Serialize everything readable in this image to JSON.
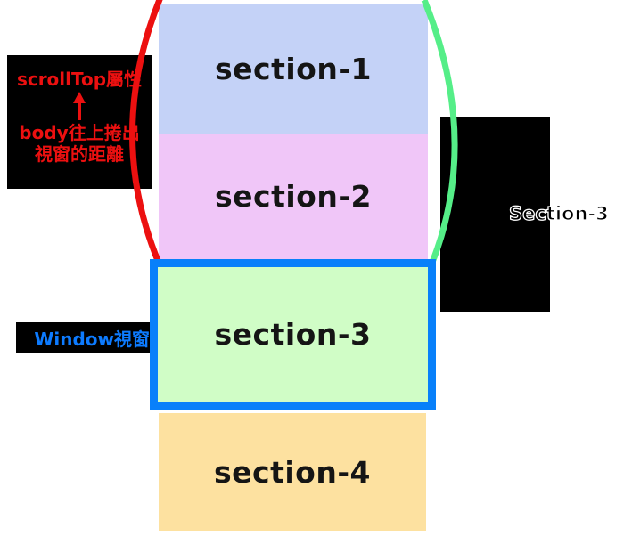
{
  "diagram": {
    "sections": [
      {
        "label": "section-1",
        "bg": "#c4d2f7"
      },
      {
        "label": "section-2",
        "bg": "#f0c6f8"
      },
      {
        "label": "section-3",
        "bg": "#d0fdc6"
      },
      {
        "label": "section-4",
        "bg": "#fde1a0"
      }
    ],
    "scrolltop_callout": {
      "title": "scrollTop屬性",
      "arrow_icon": "up-arrow",
      "desc_line1": "body往上捲出",
      "desc_line2": "視窗的距離",
      "text_color": "#ec1010",
      "bg": "#000000"
    },
    "window_callout": {
      "label": "Window視窗",
      "text_color": "#0d7bff",
      "bg": "#000000"
    },
    "right_callout": {
      "label": "Section-3",
      "text_color": "#000000",
      "outline_color": "#ffffff",
      "bg": "#000000"
    },
    "viewport_border_color": "#0880fa",
    "braces": {
      "left_brace_color": "#ec1010",
      "right_brace_color": "#55ee88"
    }
  }
}
